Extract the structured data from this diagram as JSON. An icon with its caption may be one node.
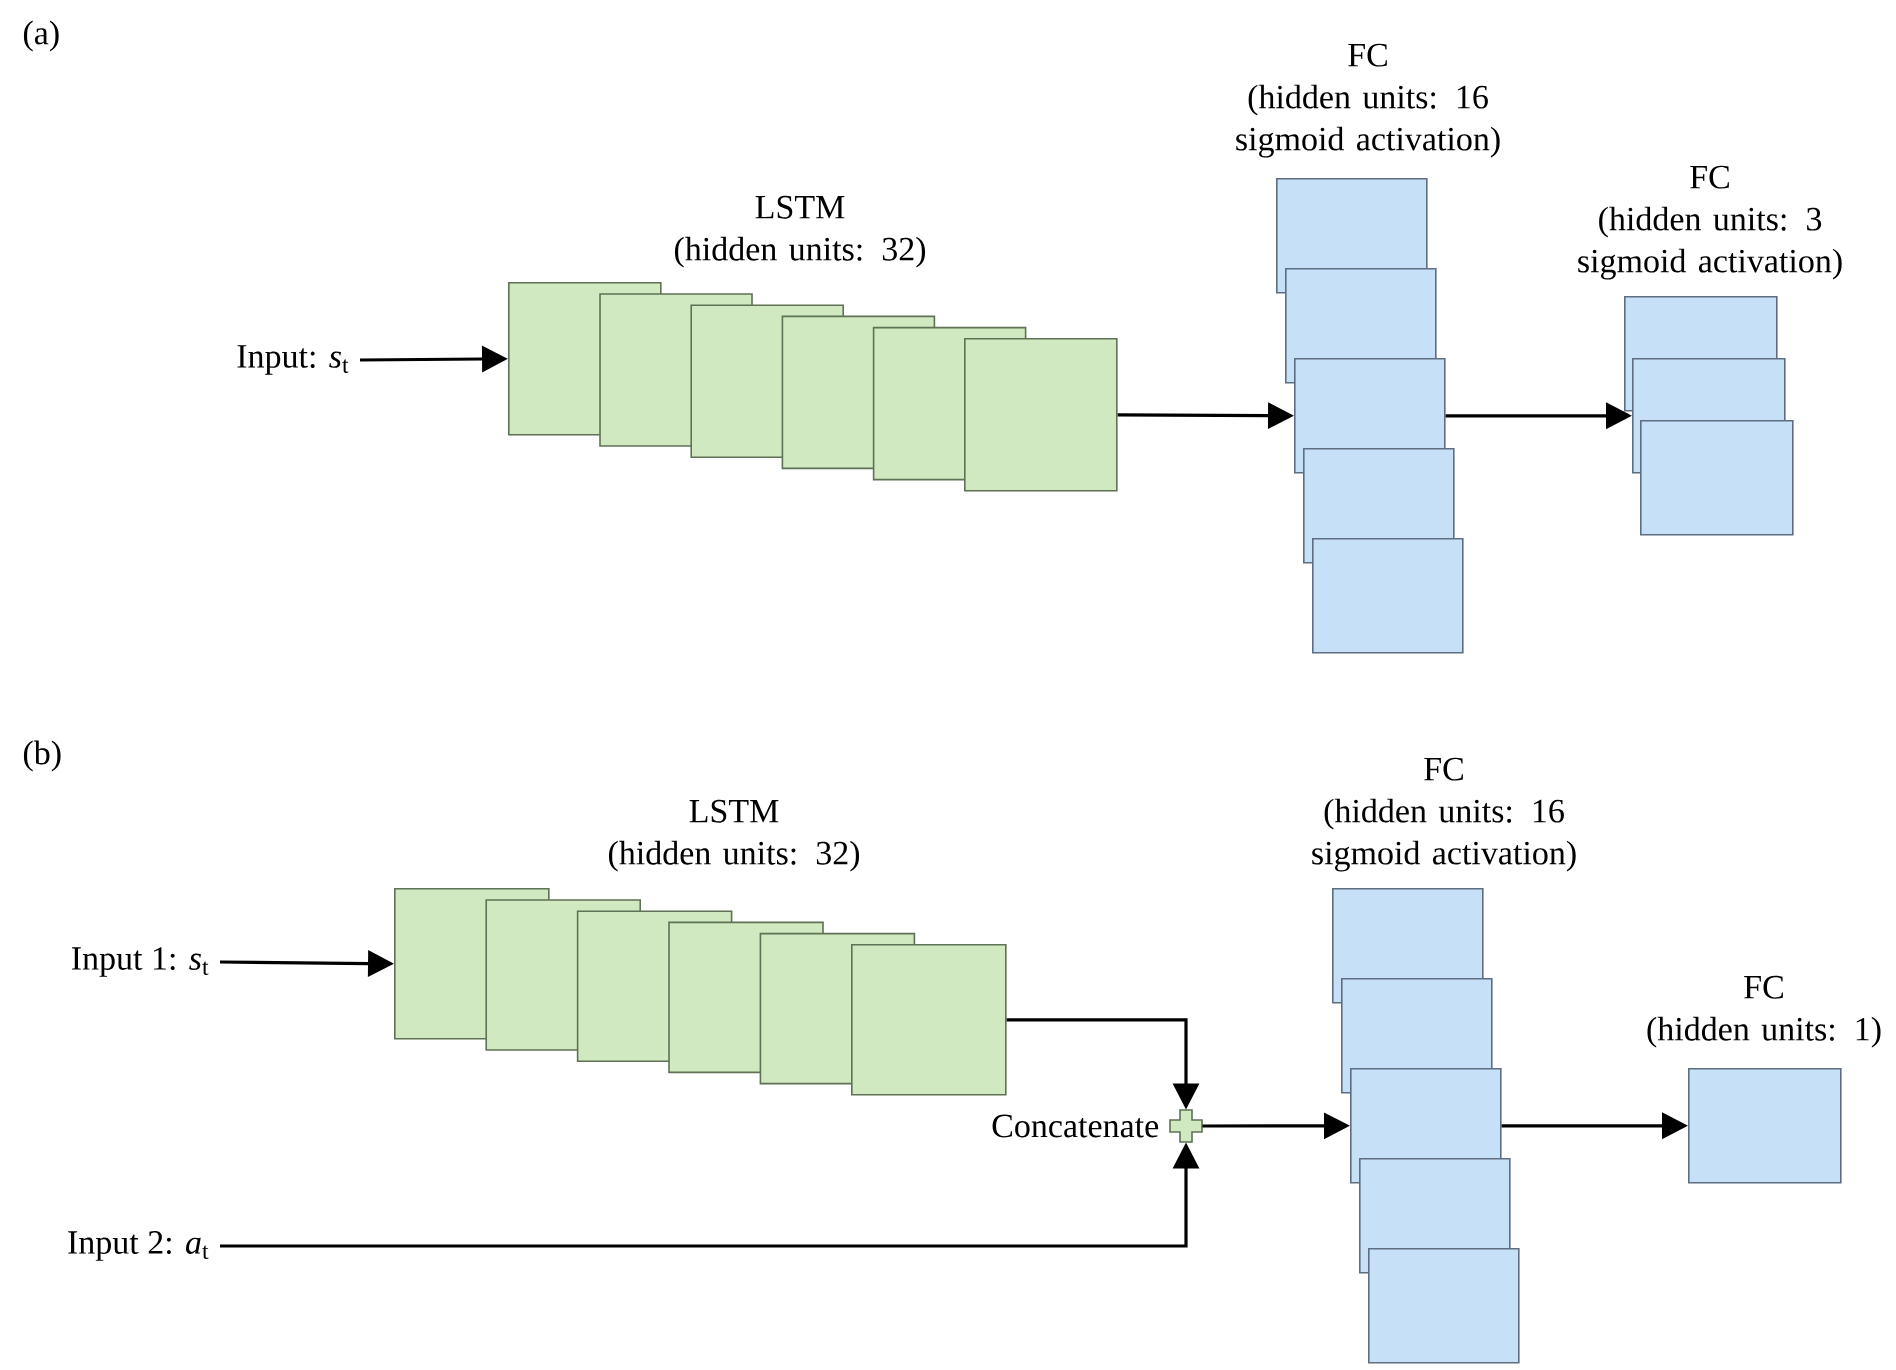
{
  "diagram": {
    "nodes": [
      {
        "text": [
          "Input: *s*$_{t}$"
        ]
      },
      {
        "text": [
          "LSTM",
          "(hidden units: 32)"
        ]
      },
      {
        "text": [
          "FC",
          "(hidden units: 16 sigmoid activation)"
        ]
      },
      {
        "text": [
          "FC",
          "(hidden units: 3 sigmoid activation)"
        ]
      },
      {
        "text": [
          "Input 1: *s*$_{t}$"
        ]
      },
      {
        "text": [
          "LSTM",
          "(hidden units: 32)"
        ]
      },
      {
        "text": [
          "Input 2: *a*$_{t}$"
        ]
      },
      {
        "text": [],
        "shape": "cross",
        "beside": [
          "Concatenate"
        ]
      },
      {
        "text": [
          "FC",
          "(hidden units: 16 sigmoid activation)"
        ]
      },
      {
        "text": [
          "FC",
          "(hidden units: 1)"
        ]
      }
    ],
    "edges": [
      {
        "from": 0,
        "to": 1,
        "arrow": "to"
      },
      {
        "from": 1,
        "to": 2,
        "arrow": "to"
      },
      {
        "from": 2,
        "to": 3,
        "arrow": "to"
      },
      {
        "from": 4,
        "to": 5,
        "arrow": "to"
      },
      {
        "from": 5,
        "to": 7,
        "arrow": "to"
      },
      {
        "from": 6,
        "to": 7,
        "arrow": "to"
      },
      {
        "from": 7,
        "to": 8,
        "arrow": "to"
      },
      {
        "from": 8,
        "to": 9,
        "arrow": "to"
      }
    ],
    "labels": [
      "(a)",
      "(b)"
    ]
  }
}
